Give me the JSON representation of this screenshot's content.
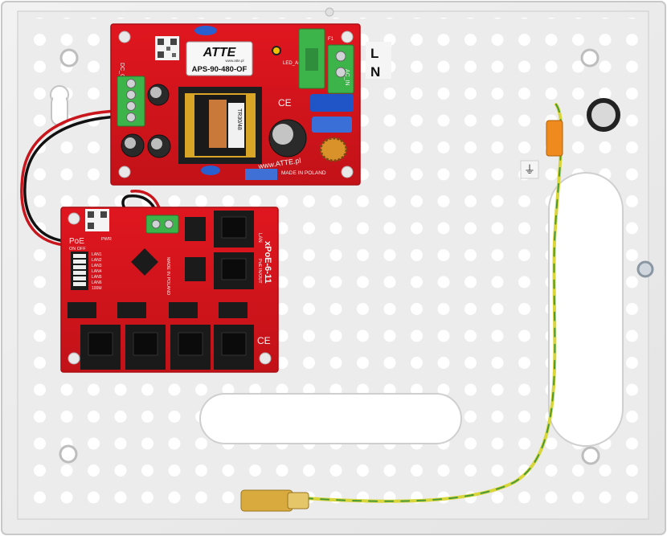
{
  "psu": {
    "brand": "ATTE",
    "brand_sub": "www.atte.pl",
    "model": "APS-90-480-OF",
    "dc_out": "DC_OUT",
    "led_ac": "LED_AC",
    "ac_in": "AC_IN",
    "fuse": "F1",
    "transformer": "TR30/48",
    "made": "MADE IN POLAND",
    "ce": "CE"
  },
  "switch": {
    "model": "xPoE-6-11",
    "url": "www.ATTE.pl",
    "poe": "PoE",
    "on_off": "ON  OFF",
    "pwr": "PWR",
    "lan_uplink": "LAN",
    "poe_inout": "PoE IN/OUT",
    "made": "MADE IN POLAND",
    "ce": "CE",
    "dip_labels": [
      "LAN1",
      "LAN2",
      "LAN3",
      "LAN4",
      "LAN5",
      "LAN6",
      "100M"
    ]
  },
  "mains": {
    "l": "L",
    "n": "N"
  },
  "ground_symbol": "⏚",
  "colors": {
    "pcb_red": "#d8141c",
    "enclosure": "#eeeeee",
    "terminal_green": "#3cb44a",
    "ground_wire_yellow": "#d8d63a",
    "ground_wire_green": "#4a9a3a"
  }
}
